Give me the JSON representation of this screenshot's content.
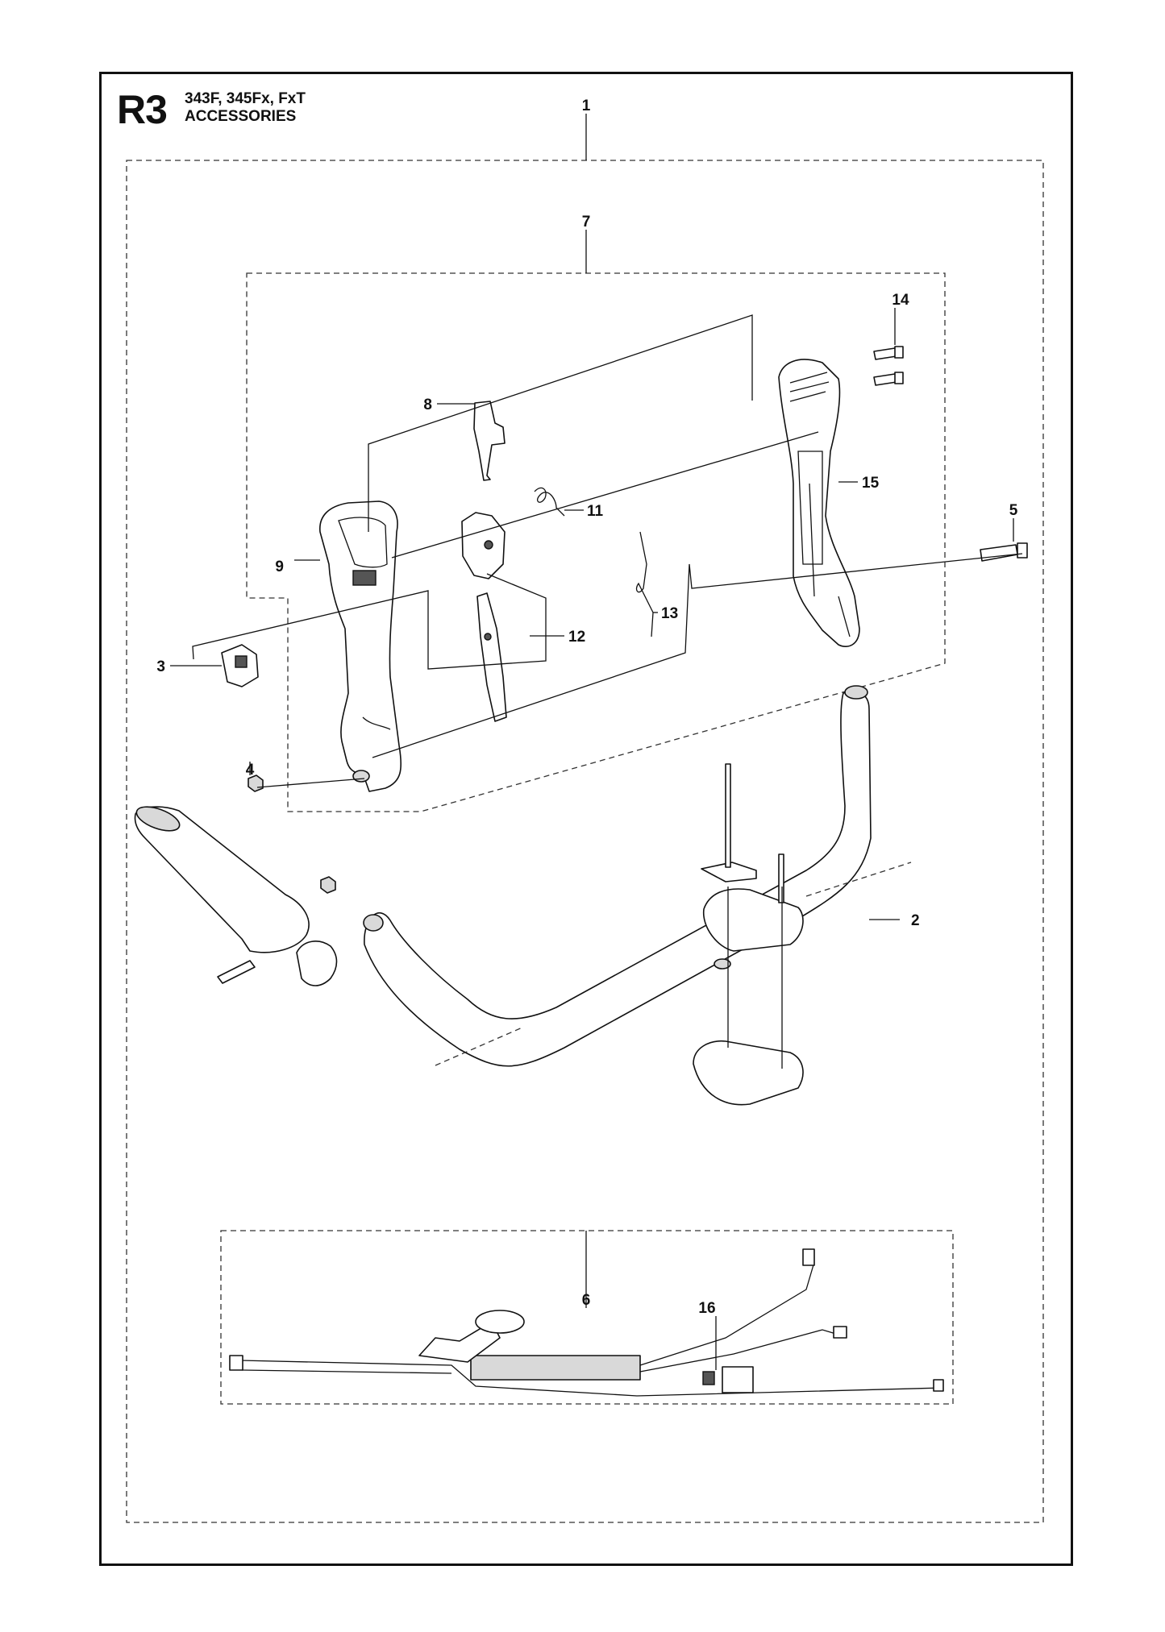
{
  "header": {
    "code": "R3",
    "models": "343F, 345Fx, FxT",
    "section": "ACCESSORIES"
  },
  "callouts": [
    {
      "id": "1",
      "label": "1"
    },
    {
      "id": "2",
      "label": "2"
    },
    {
      "id": "3",
      "label": "3"
    },
    {
      "id": "4",
      "label": "4"
    },
    {
      "id": "5",
      "label": "5"
    },
    {
      "id": "6",
      "label": "6"
    },
    {
      "id": "7",
      "label": "7"
    },
    {
      "id": "8",
      "label": "8"
    },
    {
      "id": "9",
      "label": "9"
    },
    {
      "id": "11",
      "label": "11"
    },
    {
      "id": "12",
      "label": "12"
    },
    {
      "id": "13",
      "label": "13"
    },
    {
      "id": "14",
      "label": "14"
    },
    {
      "id": "15",
      "label": "15"
    },
    {
      "id": "16",
      "label": "16"
    }
  ]
}
